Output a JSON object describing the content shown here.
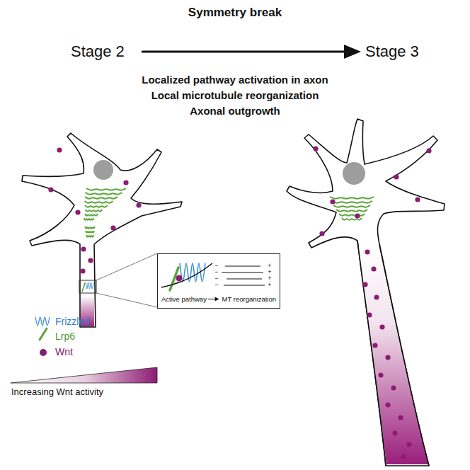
{
  "diagram": {
    "title": "Symmetry break",
    "nodes": [
      {
        "text": [
          "Active pathway",
          "MT reorganization"
        ]
      }
    ],
    "labels": [
      "Stage 2",
      "Stage 3",
      "Localized pathway activation in axon",
      "Local microtubule reorganization",
      "Axonal outgrowth",
      "Increasing Wnt activity",
      "−",
      "−",
      "−",
      "−",
      "+",
      "+",
      "+",
      "+"
    ],
    "legend": [
      {
        "text": "Frizzled"
      },
      {
        "text": "Lrp6"
      },
      {
        "text": "Wnt",
        "color": "#7b2270"
      }
    ]
  }
}
